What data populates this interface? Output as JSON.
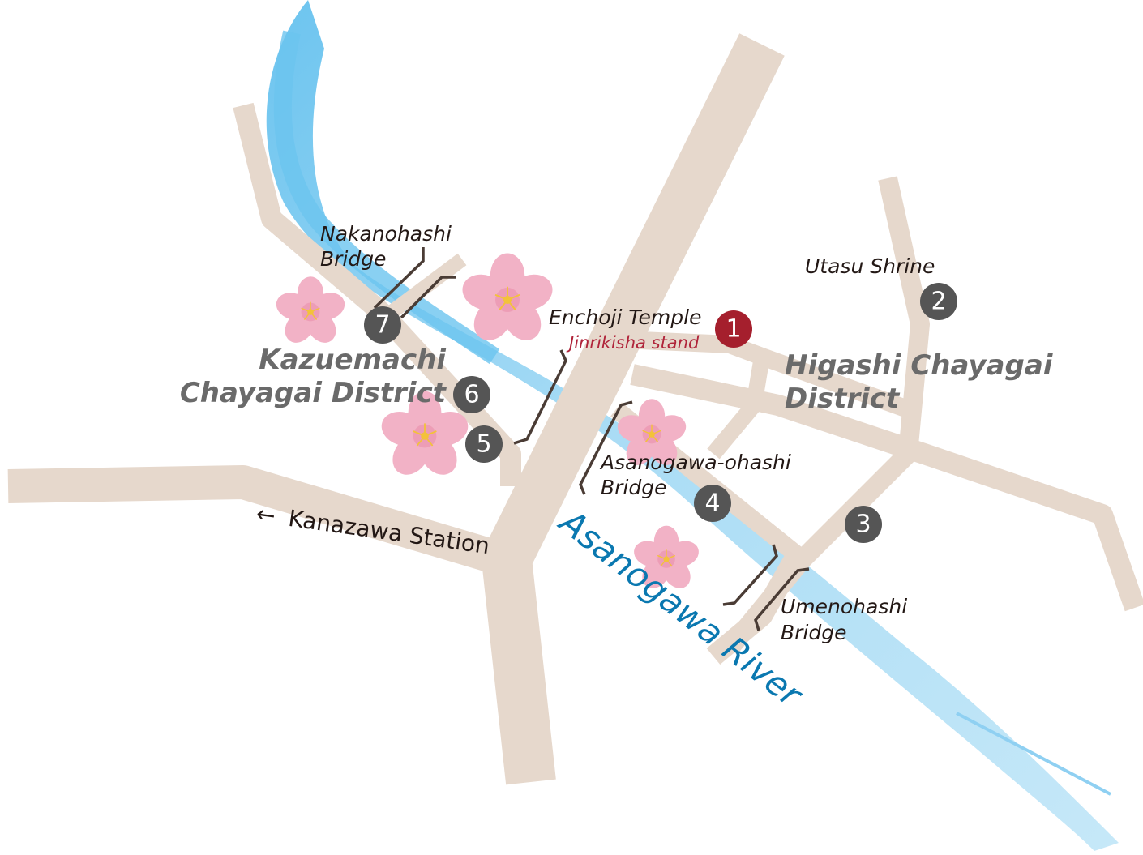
{
  "map": {
    "colors": {
      "road": "#e6d8cc",
      "river": "#8fd0f2",
      "river_light": "#c3e6f8",
      "marker": "#555555",
      "marker_highlight": "#a51f2d",
      "river_label": "#0a78b0",
      "district_label": "#6a6a6a"
    },
    "river_label": "Asanogawa River",
    "districts": [
      {
        "line1": "Kazuemachi",
        "line2": "Chayagai District"
      },
      {
        "line1": "Higashi Chayagai",
        "line2": "District"
      }
    ],
    "places": [
      {
        "number": "1",
        "name": "Enchoji Temple",
        "note": "Jinrikisha stand"
      },
      {
        "number": "2",
        "name": "Utasu Shrine"
      },
      {
        "number": "3",
        "name": ""
      },
      {
        "number": "4",
        "name_line1": "Asanogawa-ohashi",
        "name_line2": "Bridge"
      },
      {
        "number": "5",
        "name": ""
      },
      {
        "number": "6",
        "name": ""
      },
      {
        "number": "7",
        "name_line1": "Nakanohashi",
        "name_line2": "Bridge"
      }
    ],
    "umenohashi": {
      "line1": "Umenohashi",
      "line2": "Bridge"
    },
    "station": {
      "arrow": "←",
      "label": "Kanazawa Station"
    }
  }
}
